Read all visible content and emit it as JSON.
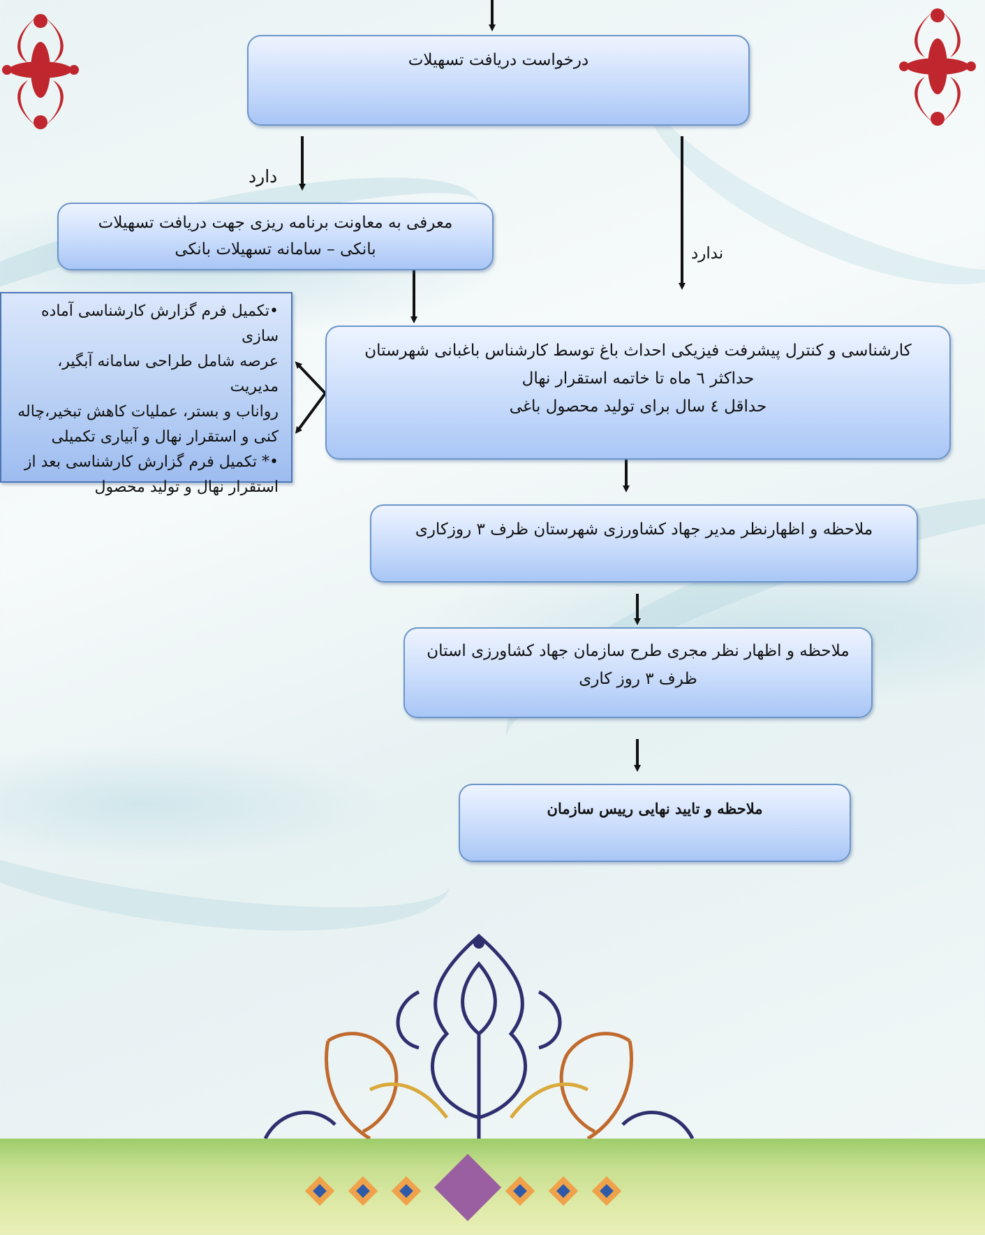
{
  "flow": {
    "request": "درخواست دریافت تسهیلات",
    "has_label": "دارد",
    "not_has_label": "ندارد",
    "introduce": {
      "line1": "معرفی به معاونت برنامه ریزی جهت دریافت تسهیلات",
      "line2": "بانکی – سامانه تسهیلات بانکی"
    },
    "inspection": {
      "line1": "کارشناسی و کنترل پیشرفت فیزیکی احداث باغ توسط کارشناس باغبانی شهرستان",
      "line2": "حداکثر ٦ ماه تا خاتمه استقرار نهال",
      "line3": "حداقل ٤ سال برای تولید محصول باغی"
    },
    "side_notes": {
      "line1": "•تکمیل فرم گزارش کارشناسی آماده سازی",
      "line2": "عرصه شامل طراحی سامانه آبگیر، مدیریت",
      "line3": "رواناب و بستر، عملیات کاهش تبخیر،چاله",
      "line4": "کنی و استقرار نهال و آبیاری تکمیلی",
      "line5": "•* تکمیل فرم گزارش کارشناسی بعد از",
      "line6": "استقرار نهال و تولید محصول"
    },
    "county_manager": "ملاحظه و اظهارنظر مدیر جهاد کشاورزی شهرستان ظرف ۳ روزکاری",
    "province_org": {
      "line1": "ملاحظه و اظهار نظر مجری طرح سازمان جهاد کشاورزی استان",
      "line2": "ظرف ۳ روز کاری"
    },
    "final_approval": "ملاحظه و تایید نهایی رییس سازمان"
  },
  "colors": {
    "box_border": "#6b95c9",
    "box_fill_top": "#eef4ff",
    "box_fill_bottom": "#a9c6f6",
    "ornament_red": "#c0262d",
    "band_green": "#9ccc6a",
    "diamond_purple": "#9a5fa0"
  }
}
